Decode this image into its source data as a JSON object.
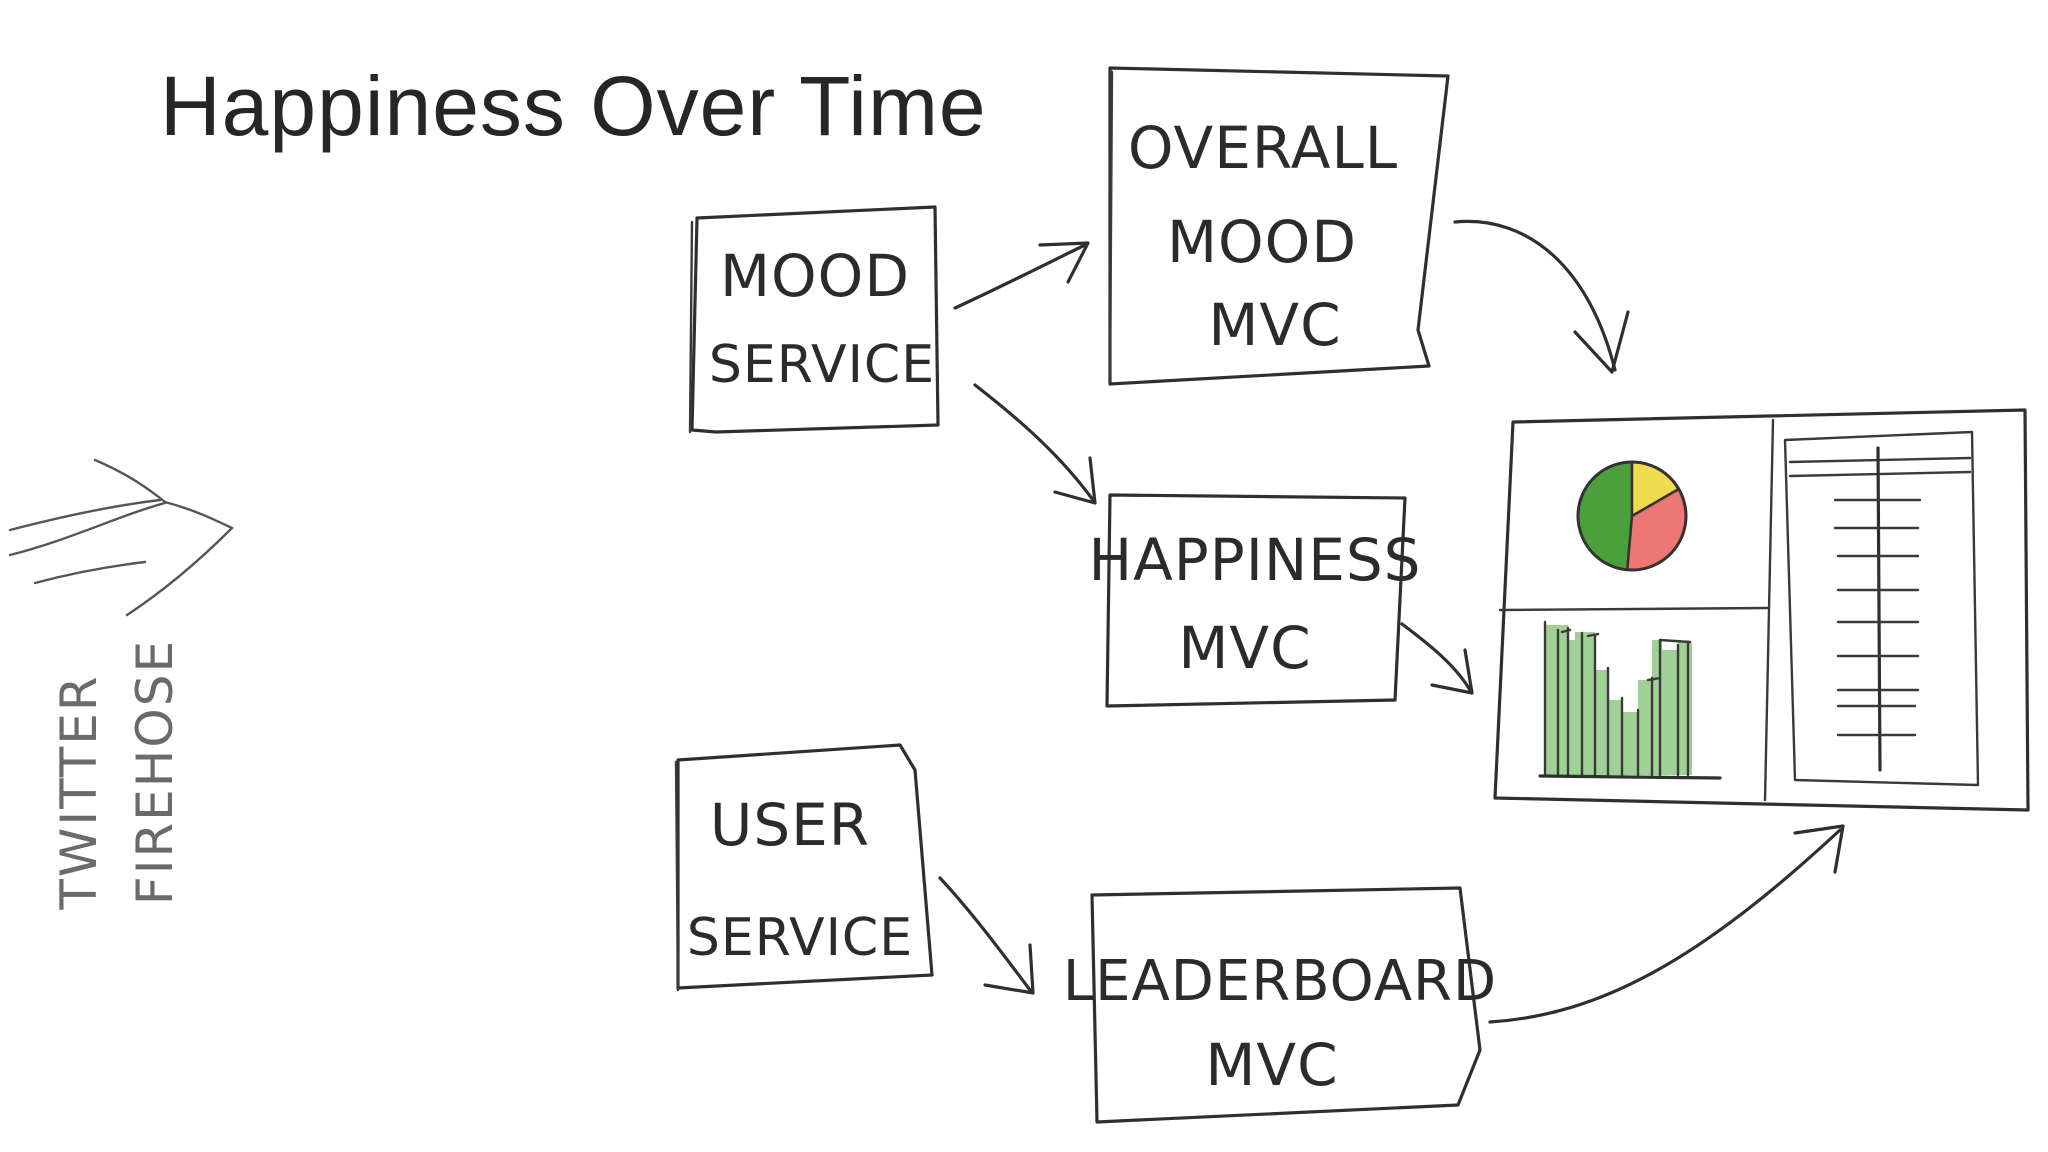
{
  "title": "Happiness Over Time",
  "source": {
    "line1": "Twitter",
    "line2": "Firehose"
  },
  "nodes": {
    "mood_service": {
      "line1": "Mood",
      "line2": "Service"
    },
    "overall_mood_mvc": {
      "line1": "Overall",
      "line2": "Mood",
      "line3": "MVC"
    },
    "happiness_mvc": {
      "line1": "Happiness",
      "line2": "MVC"
    },
    "user_service": {
      "line1": "User",
      "line2": "Service"
    },
    "leaderboard_mvc": {
      "line1": "Leaderboard",
      "line2": "MVC"
    }
  },
  "dashboard": {
    "pie_colors": [
      "#4ba03c",
      "#eedc4e",
      "#ec7774"
    ],
    "bar_color": "#9fd096"
  },
  "edges": [
    {
      "from": "mood_service",
      "to": "overall_mood_mvc"
    },
    {
      "from": "mood_service",
      "to": "happiness_mvc"
    },
    {
      "from": "user_service",
      "to": "leaderboard_mvc"
    },
    {
      "from": "overall_mood_mvc",
      "to": "dashboard"
    },
    {
      "from": "happiness_mvc",
      "to": "dashboard"
    },
    {
      "from": "leaderboard_mvc",
      "to": "dashboard"
    }
  ]
}
